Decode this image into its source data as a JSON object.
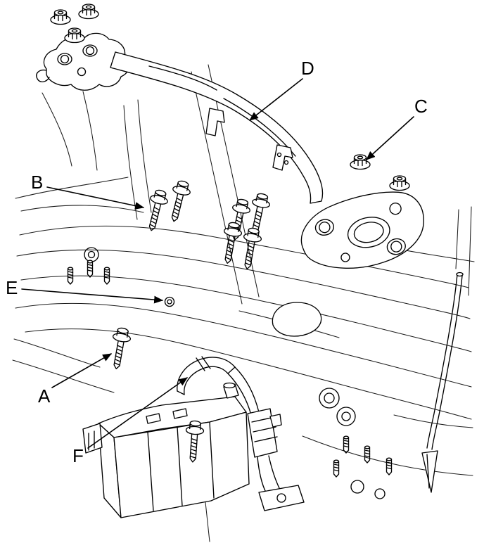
{
  "diagram": {
    "kind": "exploded-parts-line-drawing",
    "background": "#ffffff",
    "line_color": "#000000",
    "labels": [
      {
        "text": "A"
      },
      {
        "text": "B"
      },
      {
        "text": "C"
      },
      {
        "text": "D"
      },
      {
        "text": "E"
      },
      {
        "text": "F"
      }
    ]
  }
}
